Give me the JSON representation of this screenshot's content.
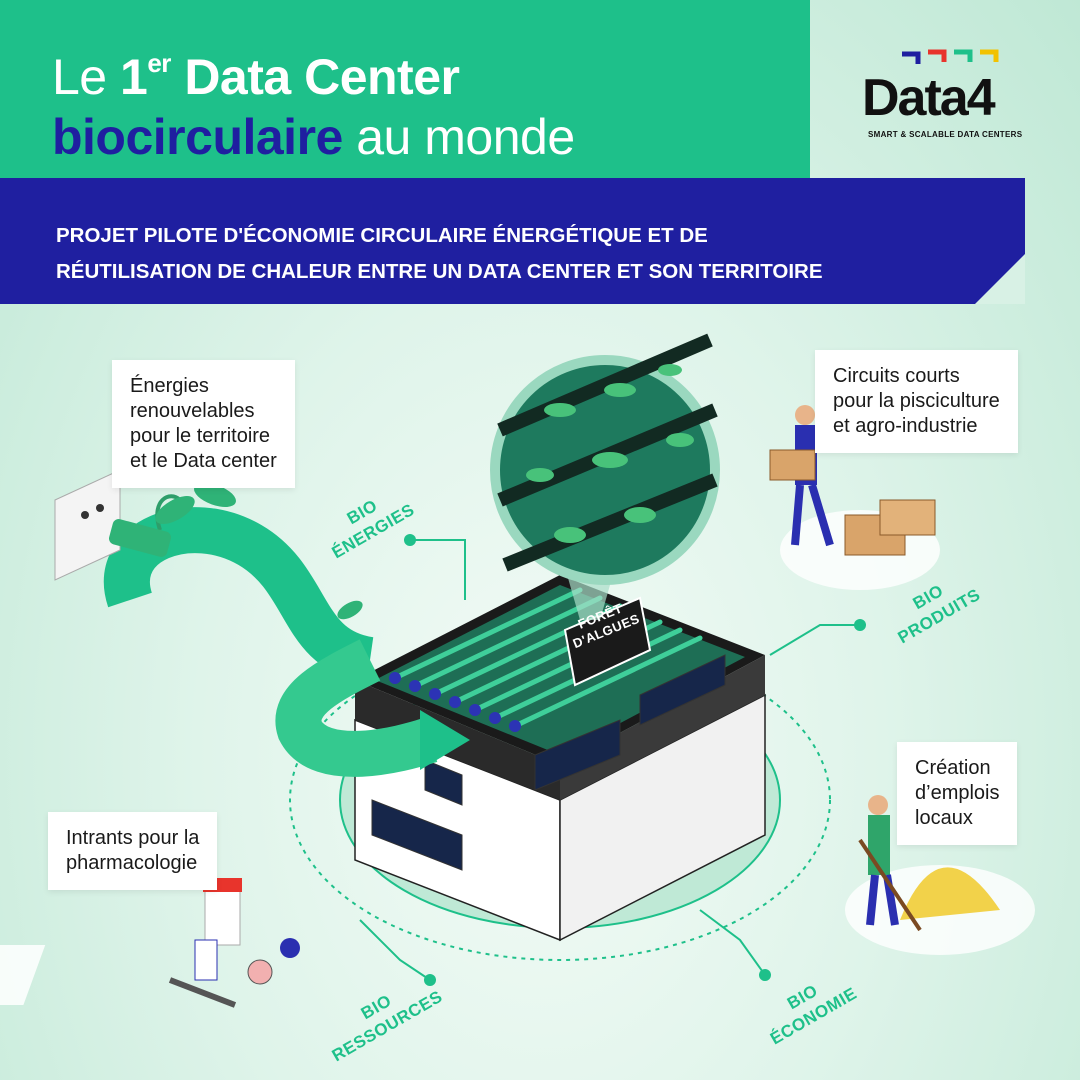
{
  "header": {
    "title_prefix": "Le",
    "title_ordinal": "1",
    "title_ordinal_sup": "er",
    "title_main": "Data Center",
    "title_highlight": "biocirculaire",
    "title_suffix": "au monde"
  },
  "logo": {
    "name": "Data4",
    "tagline": "SMART & SCALABLE DATA CENTERS",
    "colors": [
      "#1f1fa0",
      "#e8342c",
      "#1ec08a",
      "#f2c200"
    ]
  },
  "subtitle": {
    "line1": "PROJET PILOTE D'ÉCONOMIE CIRCULAIRE ÉNERGÉTIQUE ET DE",
    "line2": "RÉUTILISATION DE CHALEUR ENTRE UN DATA CENTER ET SON TERRITOIRE"
  },
  "callouts": {
    "energies": [
      "Énergies",
      "renouvelables",
      "pour le territoire",
      "et le Data center"
    ],
    "circuits": [
      "Circuits courts",
      "pour la pisciculture",
      "et agro-industrie"
    ],
    "emplois": [
      "Création",
      "d’emplois",
      "locaux"
    ],
    "intrants": [
      "Intrants pour la",
      "pharmacologie"
    ]
  },
  "bio_labels": {
    "energies": [
      "BIO",
      "ÉNERGIES"
    ],
    "produits": [
      "BIO",
      "PRODUITS"
    ],
    "ressources": [
      "BIO",
      "RESSOURCES"
    ],
    "economie": [
      "BIO",
      "ÉCONOMIE"
    ]
  },
  "building_sign": [
    "FORÊT",
    "D'ALGUES"
  ],
  "colors": {
    "green": "#1ec08a",
    "navy": "#1f1fa0",
    "background": "#d4efe2"
  }
}
